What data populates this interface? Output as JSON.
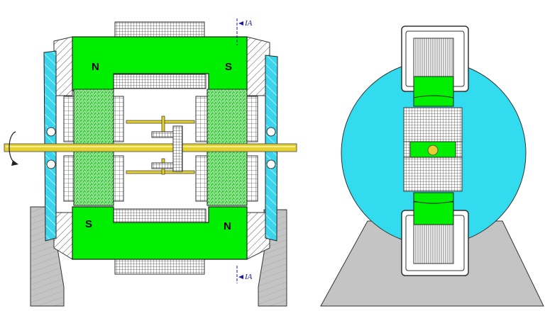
{
  "front_view": {
    "pole_labels": {
      "top_left": "N",
      "top_right": "S",
      "bottom_left": "S",
      "bottom_right": "N"
    },
    "section_marker_top": "IA",
    "section_marker_bottom": "IA"
  },
  "colors": {
    "pole_green": "#00ee00",
    "side_plate_cyan": "#3ad4ec",
    "disc_cyan": "#33dbee",
    "shaft_yellow": "#e4d030",
    "base_grey": "#c4c4c4",
    "marker_blue": "#1a1aa8"
  }
}
